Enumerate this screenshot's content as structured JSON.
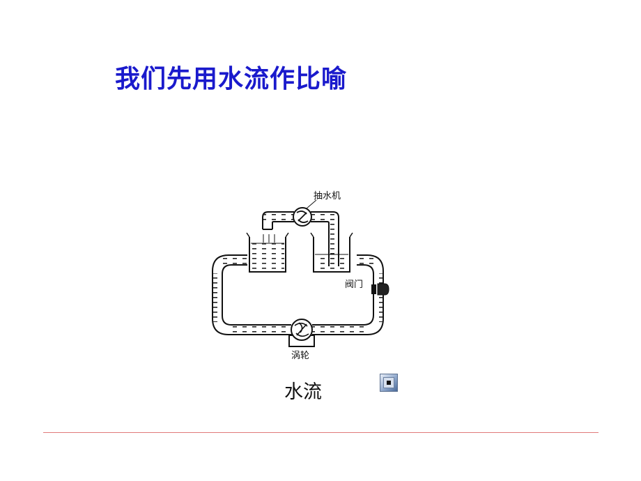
{
  "slide": {
    "title": "我们先用水流作比喻"
  },
  "diagram": {
    "labels": {
      "pump": "抽水机",
      "valve": "阀门",
      "turbine": "涡轮"
    },
    "caption": "水流"
  },
  "media_button": {
    "icon": "stop-icon"
  },
  "colors": {
    "title": "#1a1acc",
    "footer_rule": "#e07a7a"
  }
}
